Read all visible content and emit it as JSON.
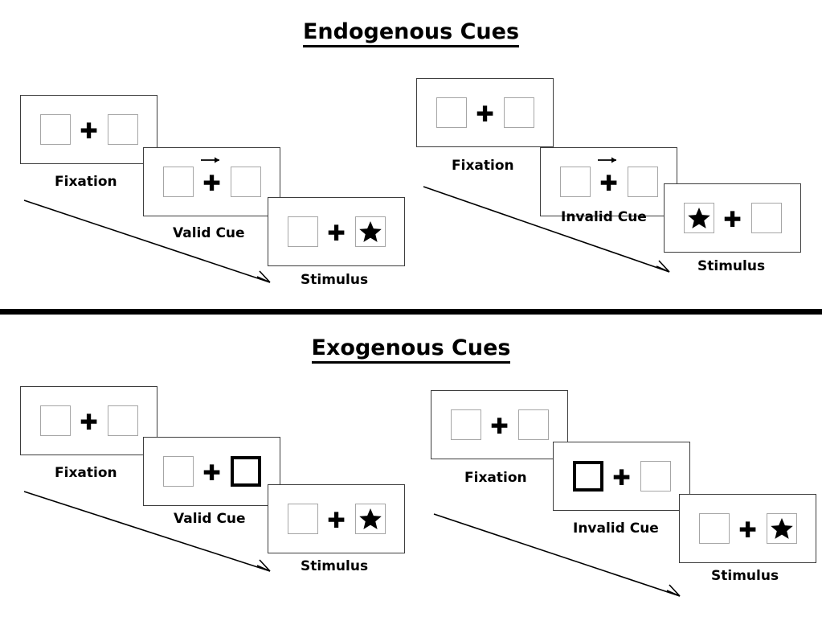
{
  "figure": {
    "type": "posner-cueing-paradigm-diagram"
  },
  "sections": [
    {
      "id": "endogenous",
      "title": "Endogenous Cues",
      "cue_type": "central-arrow",
      "sequences": [
        {
          "id": "endogenous-valid",
          "condition": "valid",
          "frames": [
            {
              "caption": "Fixation",
              "cue": "none",
              "arrow": false,
              "cued_box": "none",
              "target_box": "none"
            },
            {
              "caption": "Valid Cue",
              "cue": "arrow-right",
              "arrow": true,
              "cued_box": "none",
              "target_box": "none"
            },
            {
              "caption": "Stimulus",
              "cue": "none",
              "arrow": false,
              "cued_box": "none",
              "target_box": "right"
            }
          ]
        },
        {
          "id": "endogenous-invalid",
          "condition": "invalid",
          "frames": [
            {
              "caption": "Fixation",
              "cue": "none",
              "arrow": false,
              "cued_box": "none",
              "target_box": "none"
            },
            {
              "caption": "Invalid Cue",
              "cue": "arrow-right",
              "arrow": true,
              "cued_box": "none",
              "target_box": "none"
            },
            {
              "caption": "Stimulus",
              "cue": "none",
              "arrow": false,
              "cued_box": "none",
              "target_box": "left"
            }
          ]
        }
      ]
    },
    {
      "id": "exogenous",
      "title": "Exogenous Cues",
      "cue_type": "peripheral-box-flash",
      "sequences": [
        {
          "id": "exogenous-valid",
          "condition": "valid",
          "frames": [
            {
              "caption": "Fixation",
              "cue": "none",
              "arrow": false,
              "cued_box": "none",
              "target_box": "none"
            },
            {
              "caption": "Valid Cue",
              "cue": "box-highlight",
              "arrow": false,
              "cued_box": "right",
              "target_box": "none"
            },
            {
              "caption": "Stimulus",
              "cue": "none",
              "arrow": false,
              "cued_box": "none",
              "target_box": "right"
            }
          ]
        },
        {
          "id": "exogenous-invalid",
          "condition": "invalid",
          "frames": [
            {
              "caption": "Fixation",
              "cue": "none",
              "arrow": false,
              "cued_box": "none",
              "target_box": "none"
            },
            {
              "caption": "Invalid Cue",
              "cue": "box-highlight",
              "arrow": false,
              "cued_box": "left",
              "target_box": "none"
            },
            {
              "caption": "Stimulus",
              "cue": "none",
              "arrow": false,
              "cued_box": "none",
              "target_box": "right"
            }
          ]
        }
      ]
    }
  ],
  "glyphs": {
    "fixation_cross": "✚",
    "target_star": "star-icon",
    "cue_arrow": "arrow-right-icon",
    "time_arrow": "time-progression-arrow"
  },
  "colors": {
    "frame_border": "#3d3d3d",
    "box_border": "#a6a6a6",
    "cued_box_border": "#000000",
    "ink": "#000000",
    "background": "#ffffff",
    "divider": "#000000"
  }
}
